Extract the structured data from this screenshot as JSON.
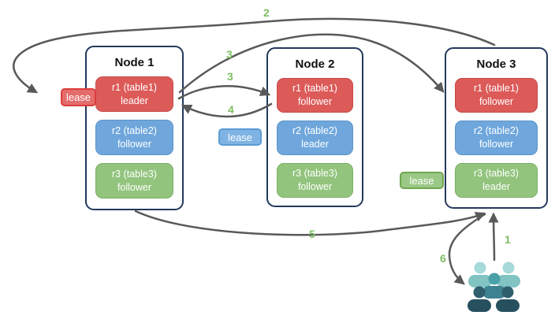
{
  "nodes": [
    {
      "title": "Node 1",
      "replicas": [
        {
          "name": "r1 (table1)",
          "role": "leader",
          "color": "red"
        },
        {
          "name": "r2 (table2)",
          "role": "follower",
          "color": "blue"
        },
        {
          "name": "r3 (table3)",
          "role": "follower",
          "color": "green"
        }
      ]
    },
    {
      "title": "Node 2",
      "replicas": [
        {
          "name": "r1 (table1)",
          "role": "follower",
          "color": "red"
        },
        {
          "name": "r2 (table2)",
          "role": "leader",
          "color": "blue"
        },
        {
          "name": "r3 (table3)",
          "role": "follower",
          "color": "green"
        }
      ]
    },
    {
      "title": "Node 3",
      "replicas": [
        {
          "name": "r1 (table1)",
          "role": "follower",
          "color": "red"
        },
        {
          "name": "r2 (table2)",
          "role": "follower",
          "color": "blue"
        },
        {
          "name": "r3 (table3)",
          "role": "leader",
          "color": "green"
        }
      ]
    }
  ],
  "leases": {
    "red": "lease",
    "blue": "lease",
    "green": "lease"
  },
  "steps": {
    "step1": "1",
    "step2": "2",
    "step3a": "3",
    "step3b": "3",
    "step4": "4",
    "step5": "5",
    "step6": "6"
  },
  "edges": [
    {
      "step": "1",
      "from": "users",
      "to": "Node 3 (bottom)"
    },
    {
      "step": "2",
      "from": "Node 3 (top)",
      "to": "red lease tag at Node 1"
    },
    {
      "step": "3",
      "from": "Node 1 r1 leader",
      "to": "Node 2 r1 follower"
    },
    {
      "step": "3",
      "from": "Node 1 r1 leader",
      "to": "Node 3 r1 follower"
    },
    {
      "step": "4",
      "from": "Node 2 r1 follower",
      "to": "Node 1 r1 leader"
    },
    {
      "step": "5",
      "from": "Node 1 (bottom)",
      "to": "Node 3 (bottom)"
    },
    {
      "step": "6",
      "from": "Node 3 (bottom)",
      "to": "users"
    }
  ],
  "icons": {
    "users": "group-of-five-people"
  },
  "palette": {
    "arrow": "#595959",
    "step_number": "#7CBE62",
    "node_border": "#24395E",
    "replica_red": "#DC5B59",
    "replica_blue": "#6FA7DC",
    "replica_green": "#92C47D",
    "lease_red_fill": "#E46D6C",
    "lease_red_border": "#DC3C3C",
    "lease_blue_fill": "#7FB3E3",
    "lease_blue_border": "#5B9BD5",
    "lease_green_fill": "#9BC886",
    "lease_green_border": "#70A84F",
    "users_light_head": "#A6D9D9",
    "users_light_body": "#82C3C3",
    "users_mid_head": "#49A0A6",
    "users_mid_body": "#3D8290",
    "users_dark_head": "#2F5E6D",
    "users_dark_body": "#27505F"
  }
}
